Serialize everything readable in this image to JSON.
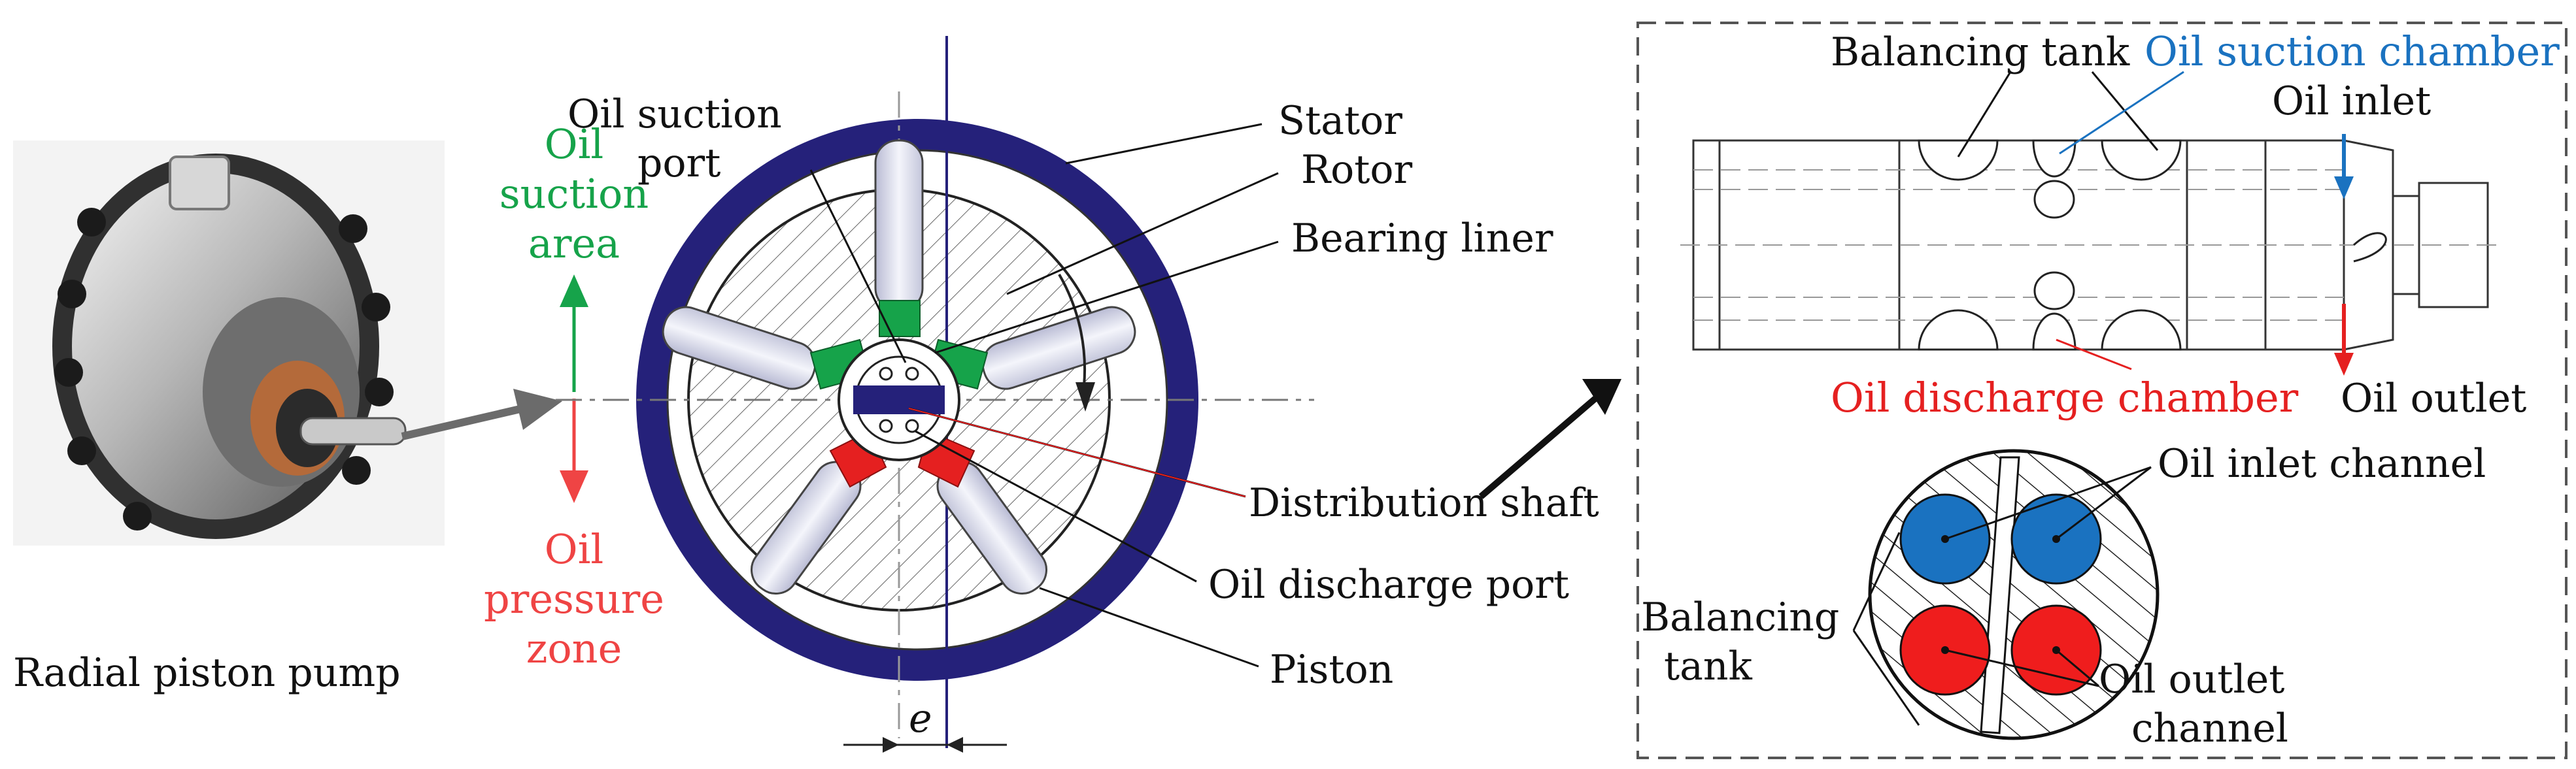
{
  "pump_photo": {
    "caption": "Radial piston pump"
  },
  "zones": {
    "suction": [
      "Oil",
      "suction",
      "area"
    ],
    "pressure": [
      "Oil",
      "pressure",
      "zone"
    ]
  },
  "cross_section": {
    "labels": {
      "suction_port": [
        "Oil suction",
        "port"
      ],
      "stator": "Stator",
      "rotor": "Rotor",
      "bearing_liner": "Bearing liner",
      "distribution_shaft": "Distribution shaft",
      "discharge_port": "Oil discharge port",
      "piston": "Piston",
      "eccentricity": "e"
    }
  },
  "shaft_detail": {
    "labels": {
      "balancing_tank": "Balancing tank",
      "suction_chamber": "Oil suction chamber",
      "oil_inlet": "Oil inlet",
      "discharge_chamber": "Oil discharge chamber",
      "oil_outlet": "Oil outlet",
      "inlet_channel": "Oil inlet channel",
      "balancing_tank_section": [
        "Balancing",
        "tank"
      ],
      "outlet_channel": [
        "Oil outlet",
        "channel"
      ]
    }
  },
  "colors": {
    "stator": "#25217a",
    "piston": "#dfe0ec",
    "suction": "#16a34a",
    "discharge": "#e52020",
    "blue": "#1a72c0",
    "red": "#ef1d1d"
  }
}
